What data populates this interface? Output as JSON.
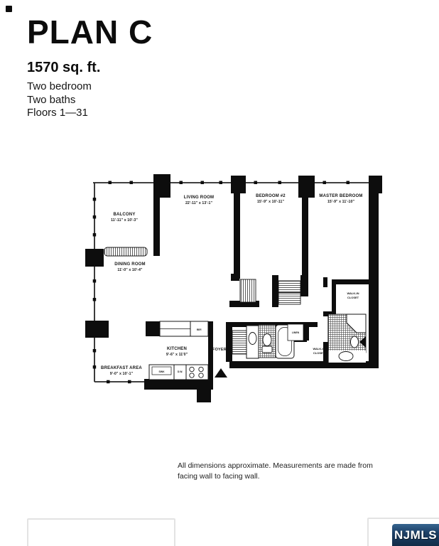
{
  "header": {
    "title": "PLAN C",
    "area": "1570 sq. ft.",
    "detail_lines": [
      "Two bedroom",
      "Two baths",
      "Floors 1—31"
    ]
  },
  "plan": {
    "rooms": {
      "balcony": {
        "name": "BALCONY",
        "dims": "11'-11\" x 10'-3\""
      },
      "living": {
        "name": "LIVING ROOM",
        "dims": "22'-11\" x 13'-1\""
      },
      "bedroom2": {
        "name": "BEDROOM #2",
        "dims": "15'-9\" x 10'-11\""
      },
      "master": {
        "name": "MASTER BEDROOM",
        "dims": "15'-9\" x 11'-10\""
      },
      "dining": {
        "name": "DINING ROOM",
        "dims": "11'-0\" x 10'-4\""
      },
      "kitchen": {
        "name": "KITCHEN",
        "dims": "9'-6\" x 11'0\""
      },
      "breakfast": {
        "name": "BREAKFAST AREA",
        "dims": "9'-0\" x 10'-1\""
      },
      "foyer": {
        "name": "FOYER"
      }
    },
    "closets": {
      "walk_in_upper": {
        "line1": "WALK-IN",
        "line2": "CLOSET"
      },
      "walk_in_lower": {
        "line1": "WALK-IN",
        "line2": "CLOSET"
      },
      "linen": {
        "name": "LINEN"
      }
    },
    "fixtures": {
      "ref": "REF.",
      "sink": "SINK",
      "dw": "D.W."
    }
  },
  "disclaimer": {
    "line1": "All dimensions approximate. Measurements are made from",
    "line2": "facing wall to facing wall."
  },
  "footer": {
    "logo_text": "NJMLS",
    "logo_bg": "#1d4067"
  }
}
